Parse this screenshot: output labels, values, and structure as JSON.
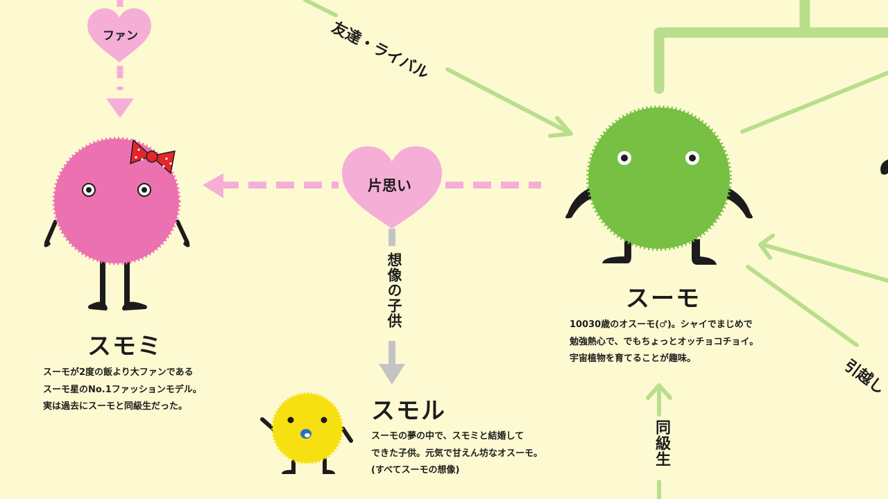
{
  "colors": {
    "background": "#fdfad2",
    "green_connector": "#b9de8c",
    "pink_connector": "#f5aed6",
    "gray_connector": "#c4c4c4",
    "suumo_body": "#77c043",
    "sumomi_body": "#ec71b0",
    "sumoru_body": "#f7e011",
    "ribbon": "#e3262a"
  },
  "relations": {
    "fan": "ファン",
    "rival": "友達・ライバル",
    "crush": "片思い",
    "imaginary_child": "想像の子供",
    "classmate": "同級生",
    "moved": "引越し"
  },
  "characters": {
    "suumo": {
      "name": "スーモ",
      "description": "10030歳のオスーモ(♂)。シャイでまじめで\n勉強熱心で、でもちょっとオッチョコチョイ。\n宇宙植物を育てることが趣味。"
    },
    "sumomi": {
      "name": "スモミ",
      "description": "スーモが2度の飯より大ファンである\nスーモ星のNo.1ファッションモデル。\n実は過去にスーモと同級生だった。"
    },
    "sumoru": {
      "name": "スモル",
      "description": "スーモの夢の中で、スモミと結婚して\nできた子供。元気で甘えん坊なオスーモ。\n(すべてスーモの想像)"
    }
  }
}
